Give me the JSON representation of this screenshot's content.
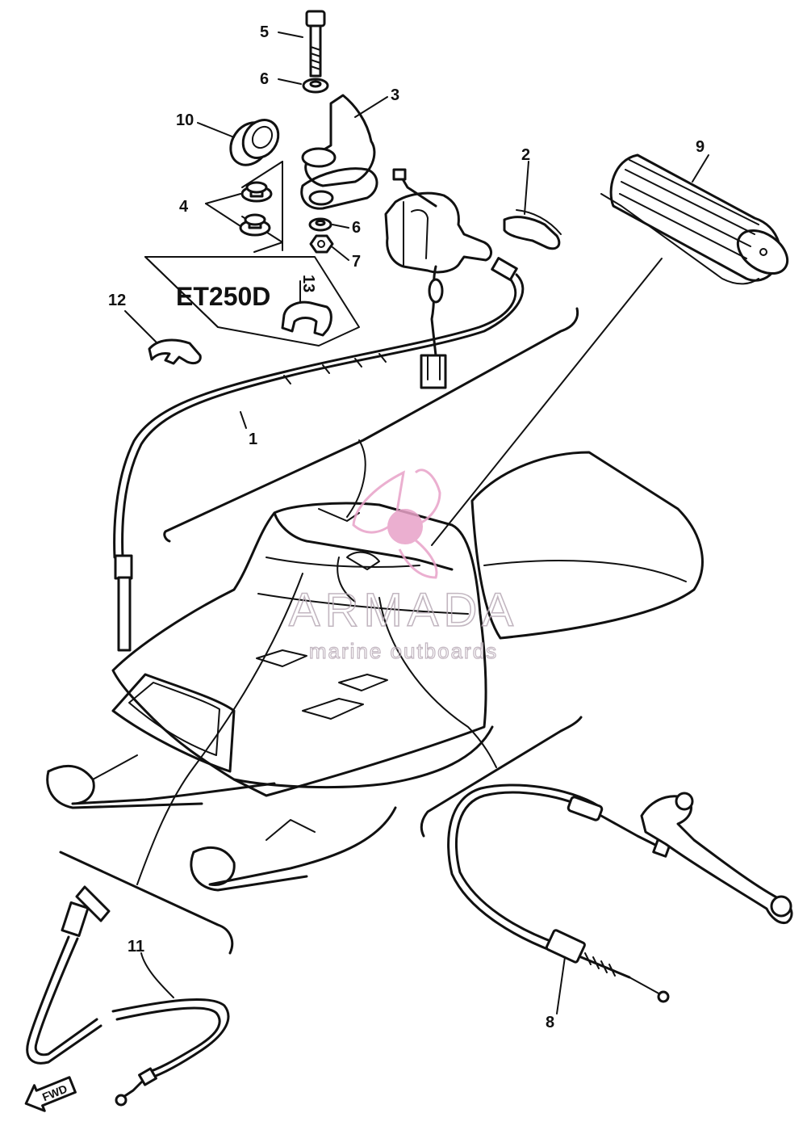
{
  "diagram": {
    "model_label": "ET250D",
    "callouts": {
      "c1": "1",
      "c2": "2",
      "c3": "3",
      "c4": "4",
      "c5": "5",
      "c6a": "6",
      "c6b": "6",
      "c7": "7",
      "c8": "8",
      "c9": "9",
      "c10": "10",
      "c11": "11",
      "c12": "12",
      "c13": "13"
    },
    "direction_label": "FWD",
    "watermark": {
      "brand": "ARMADA",
      "tagline": "marine outboards",
      "logo_color": "#e8a2c8"
    }
  }
}
